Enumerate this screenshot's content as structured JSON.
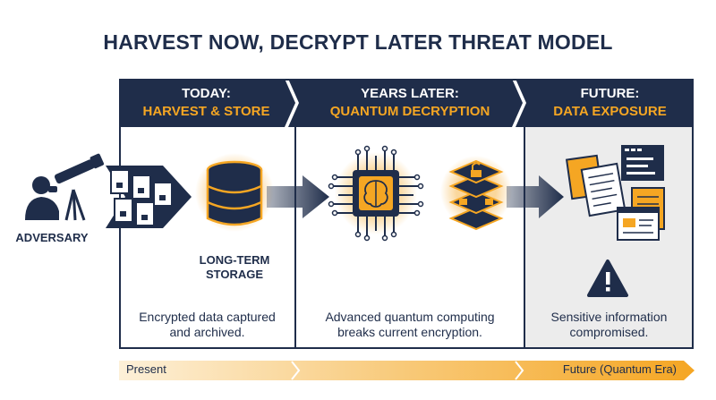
{
  "title": "HARVEST NOW, DECRYPT LATER THREAT MODEL",
  "adversary_label": "ADVERSARY",
  "panels": [
    {
      "line1": "TODAY:",
      "line2": "HARVEST & STORE",
      "caption": [
        "Encrypted data captured",
        "and archived."
      ],
      "storage_label": [
        "LONG-TERM",
        "STORAGE"
      ]
    },
    {
      "line1": "YEARS LATER:",
      "line2": "QUANTUM DECRYPTION",
      "caption": [
        "Advanced quantum computing",
        "breaks current encryption."
      ]
    },
    {
      "line1": "FUTURE:",
      "line2": "DATA EXPOSURE",
      "caption": [
        "Sensitive information",
        "compromised."
      ]
    }
  ],
  "timeline": {
    "start": "Present",
    "end": "Future (Quantum Era)"
  },
  "colors": {
    "navy": "#1f2d4a",
    "accent": "#f5a623",
    "future_bg": "#ececec"
  },
  "icons": [
    "person-telescope-icon",
    "documents-icon",
    "database-icon",
    "quantum-chip-icon",
    "unlocked-stack-icon",
    "exposed-documents-icon",
    "warning-icon"
  ]
}
